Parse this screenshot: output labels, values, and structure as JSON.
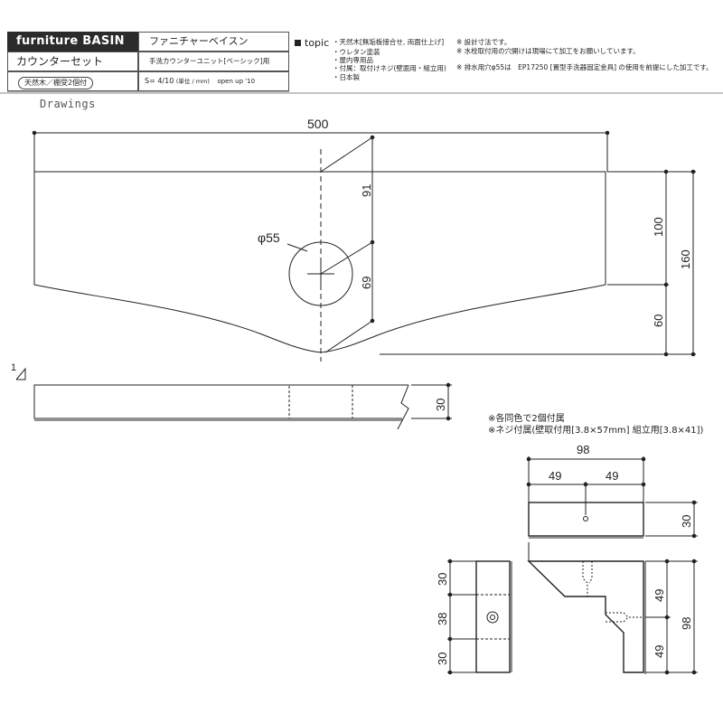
{
  "header": {
    "brand": "furniture BASIN",
    "product_name": "ファニチャーベイスン",
    "set_name": "カウンターセット",
    "description": "手洗カウンターユニット[ベーシック]用",
    "material_badge": "天然木／棚受2個付",
    "scale": "S= 4/10",
    "unit": "(単位 / mm)",
    "date": "open up '10",
    "topic_label": "topic",
    "topic_items": [
      "・天然木[無垢板接合せ, 両面仕上げ]",
      "・ウレタン塗装",
      "・屋内専用品",
      "・付属：取付けネジ(壁面用・組立用)",
      "・日本製"
    ],
    "notes": [
      "※ 設計寸法です。",
      "※ 水栓取付用の穴開けは現場にて加工をお願いしています。",
      "※ 排水用穴φ55は　EP17250 [置型手洗器固定金具] の使用を前提にした加工です。"
    ]
  },
  "drawings_label": "Drawings",
  "counter": {
    "width_label": "500",
    "hole_label": "φ55",
    "dim_91": "91",
    "dim_69": "69",
    "dim_100": "100",
    "dim_60": "60",
    "dim_160": "160",
    "thickness": "30",
    "marker": "1"
  },
  "bracket": {
    "note_1": "※各同色で2個付属",
    "note_2": "※ネジ付属(壁取付用[3.8×57mm] 組立用[3.8×41])",
    "dim_98_top": "98",
    "dim_49_a": "49",
    "dim_49_b": "49",
    "dim_30_right": "30",
    "dim_30_left_top": "30",
    "dim_38": "38",
    "dim_30_left_bottom": "30",
    "dim_49_r1": "49",
    "dim_49_r2": "49",
    "dim_98_right": "98"
  }
}
